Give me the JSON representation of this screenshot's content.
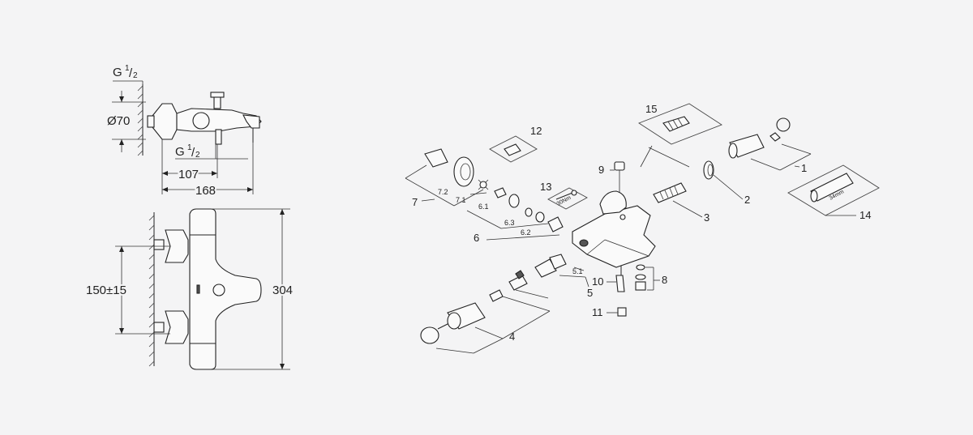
{
  "dimensions": {
    "thread_top": "G",
    "thread_top_num": "1",
    "thread_top_den": "2",
    "dia70": "Ø70",
    "thread_mid": "G",
    "thread_mid_num": "1",
    "thread_mid_den": "2",
    "d107": "107",
    "d168": "168",
    "d150": "150±15",
    "d304": "304"
  },
  "callouts": {
    "c1": "1",
    "c2": "2",
    "c3": "3",
    "c4": "4",
    "c5": "5",
    "c6": "6",
    "c7": "7",
    "c8": "8",
    "c9": "9",
    "c10": "10",
    "c11": "11",
    "c12": "12",
    "c13": "13",
    "c14": "14",
    "c15": "15",
    "c51": "5.1",
    "c61": "6.1",
    "c62": "6.2",
    "c63": "6.3",
    "c71": "7.1",
    "c72": "7.2",
    "torque": "30Nm",
    "size34": "34mm"
  }
}
